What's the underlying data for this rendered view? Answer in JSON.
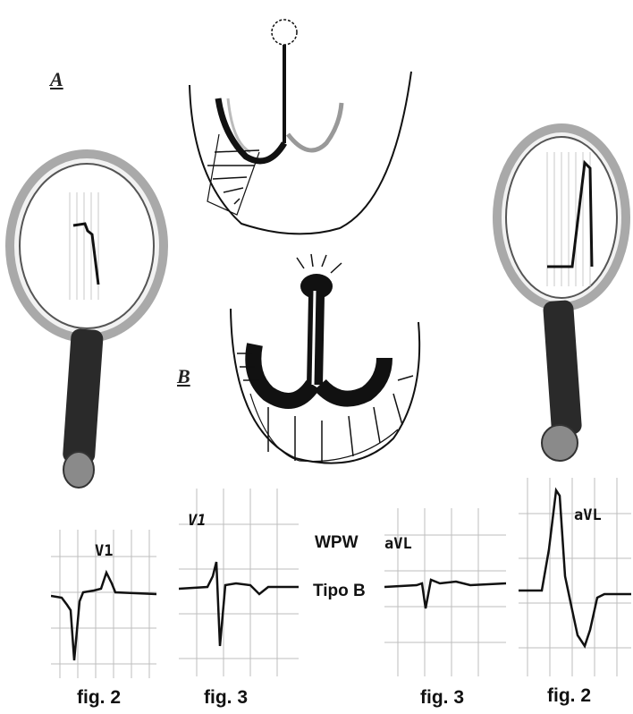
{
  "labels": {
    "heart_a": "A",
    "heart_b": "B",
    "wpw_line1": "WPW",
    "wpw_line2": "Tipo B"
  },
  "ecg_strips": [
    {
      "lead": "V1",
      "caption": "fig. 2"
    },
    {
      "lead": "V1",
      "caption": "fig. 3"
    },
    {
      "lead": "aVL",
      "caption": "fig. 3"
    },
    {
      "lead": "aVL",
      "caption": "fig. 2"
    }
  ],
  "colors": {
    "ink": "#111111",
    "grid": "#b8b8b8",
    "lens_rim": "#a9a9a9",
    "handle": "#2a2a2a"
  }
}
